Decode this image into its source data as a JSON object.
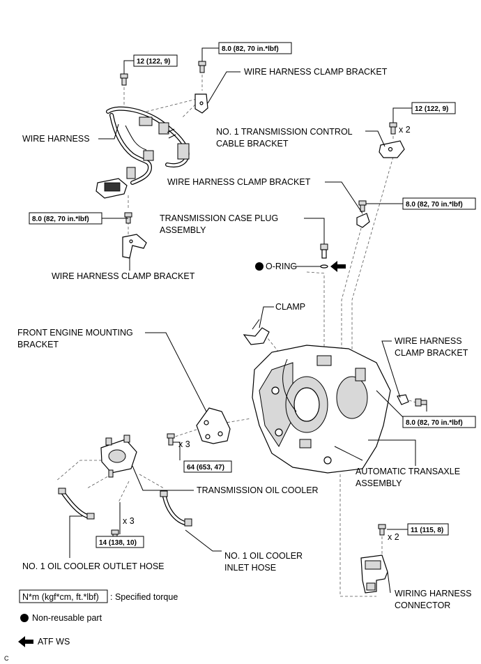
{
  "labels": {
    "wire_harness": "WIRE HARNESS",
    "wh_clamp_bracket_top": "WIRE HARNESS CLAMP BRACKET",
    "wh_clamp_bracket_left": "WIRE HARNESS CLAMP BRACKET",
    "wh_clamp_bracket_mid": "WIRE HARNESS CLAMP BRACKET",
    "no1_tcc_bracket_1": "NO. 1 TRANSMISSION CONTROL",
    "no1_tcc_bracket_2": "CABLE BRACKET",
    "case_plug_1": "TRANSMISSION CASE PLUG",
    "case_plug_2": "ASSEMBLY",
    "o_ring": "O-RING",
    "clamp": "CLAMP",
    "front_mount_1": "FRONT ENGINE MOUNTING",
    "front_mount_2": "BRACKET",
    "wh_clamp_right_1": "WIRE HARNESS",
    "wh_clamp_right_2": "CLAMP BRACKET",
    "transaxle_1": "AUTOMATIC TRANSAXLE",
    "transaxle_2": "ASSEMBLY",
    "oil_cooler": "TRANSMISSION OIL COOLER",
    "outlet_hose": "NO. 1 OIL COOLER OUTLET HOSE",
    "inlet_hose_1": "NO. 1 OIL COOLER",
    "inlet_hose_2": "INLET HOSE",
    "wiring_connector_1": "WIRING HARNESS",
    "wiring_connector_2": "CONNECTOR"
  },
  "torques": {
    "t_12_a": "12 (122, 9)",
    "t_8_top": "8.0 (82, 70 in.*lbf)",
    "t_12_b": "12 (122, 9)",
    "t_8_mid_right": "8.0 (82, 70 in.*lbf)",
    "t_8_left": "8.0 (82, 70 in.*lbf)",
    "t_8_right": "8.0 (82, 70 in.*lbf)",
    "t_64": "64 (653, 47)",
    "t_14": "14 (138, 10)",
    "t_11": "11 (115, 8)"
  },
  "multipliers": {
    "x2_a": "x 2",
    "x3_a": "x 3",
    "x3_b": "x 3",
    "x2_b": "x 2"
  },
  "legend": {
    "torque_box": "N*m (kgf*cm, ft.*lbf)",
    "torque_text": ": Specified torque",
    "non_reusable": "Non-reusable part",
    "atf": "ATF WS"
  },
  "corner_code": "C"
}
